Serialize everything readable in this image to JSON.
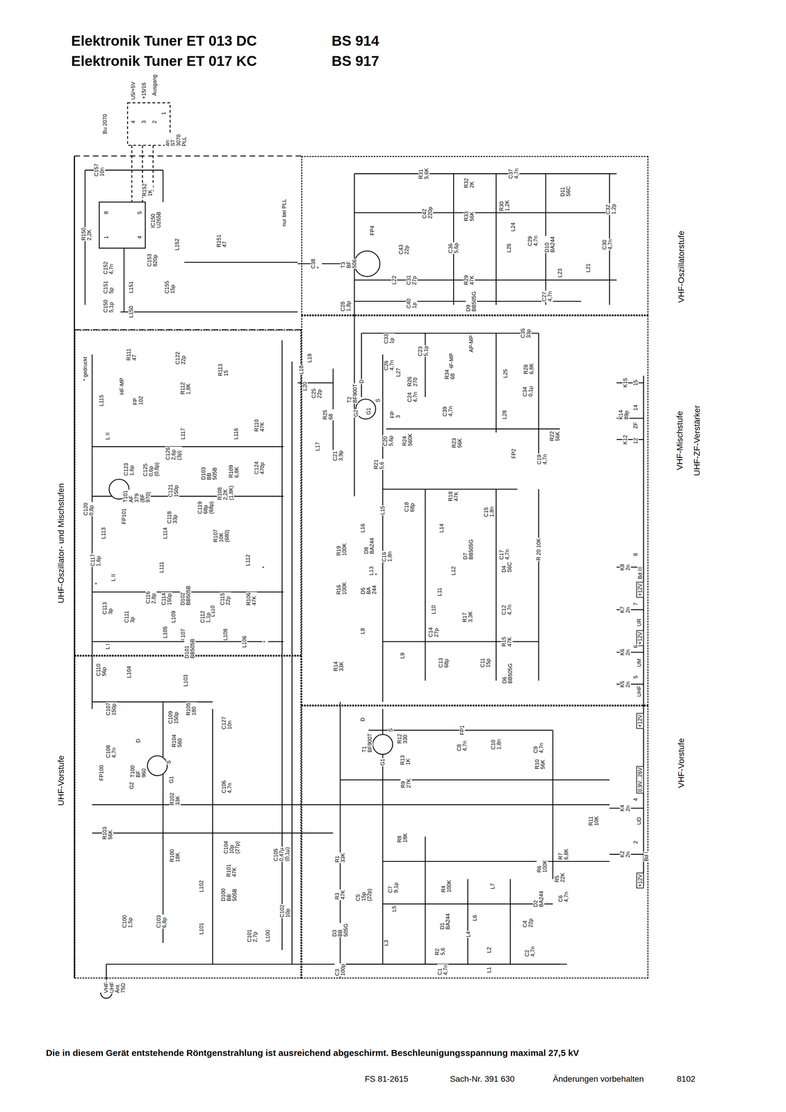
{
  "diagram": {
    "title": "Elektronik Tuner ET 013 DC",
    "caption": "Die in diesem Gerät entstehende Röntgenstrahlung ist ausreichend abgeschirmt. Beschleunigungsspannung maximal 27,5 kV",
    "nodes": [
      {
        "text": [
          "UHF-Vorstufe"
        ]
      },
      {
        "text": [
          "UHF-Oszillator- und Mischstufen"
        ]
      },
      {
        "text": [
          "VHF-Oszillatorstufe"
        ]
      },
      {
        "text": [
          "VHF-Mischstufe",
          "UHF-ZF-Verstärker"
        ]
      },
      {
        "text": [
          "VHF-Vorstufe"
        ]
      }
    ],
    "labels": [
      "BS 914",
      "Elektronik Tuner ET 017 KC",
      "BS 917",
      "FS 81-2615",
      "Sach-Nr. 391 630",
      "Änderungen vorbehalten",
      "8102",
      "Bu 2070",
      "4",
      "U5/+5V",
      "3",
      "+15/16",
      "2",
      "Ausgang",
      "1",
      "an ST 3070 PLL",
      "C157 10n",
      "R150 2,2K",
      "IC150 U265B",
      "R152 1K",
      "8",
      "1",
      "5",
      "4",
      "C153 820p",
      "R151 47",
      "L152",
      "nur bei PLL",
      "C152 4,7n",
      "C151 5p",
      "L151",
      "C155 15p",
      "C150 5,1p",
      "L150",
      "* gedruckt",
      "R111 47",
      "C122 22p",
      "HF-MP",
      "R112 1,8K",
      "R113 15",
      "L115",
      "FP 102",
      "L II",
      "L117",
      "L116",
      "R110 47K",
      "C123 1,6p",
      "C125 0,6p (0,8p)",
      "C126 2,6p (3p)",
      "D103 BB 505B",
      "R109 6,8K",
      "C124 470p",
      "T101 AF 379 (BF 970)",
      "C121 150p",
      "R108 2,2K (1,8K)",
      "C120 0,8p",
      "FP101",
      "C118 33p",
      "C119 68p (68p)",
      "L113",
      "L114",
      "R107 10K (680)",
      "C117 1,6p",
      "L II",
      "L111",
      "L112",
      "*",
      "*",
      "C116 2,8p",
      "C114 150p",
      "D102 BB505B",
      "L109",
      "L110",
      "C115 22p",
      "R106 47K",
      "C113 3p",
      "C111 3p",
      "C112 1,1p",
      "L105",
      "L107",
      "D101 BB505B",
      "L108",
      "L106",
      "*",
      "L I",
      "C110 56p",
      "L104",
      "L103",
      "C107 150p",
      "R105 180",
      "C109 150p",
      "C127 10n",
      "C108 4,7n",
      "D",
      "T100 BF 960",
      "S",
      "R104 560",
      "FP100",
      "G2",
      "G1",
      "R102 33K",
      "C106 4,7n",
      "R103 56K",
      "R100 18K",
      "C104 10p (27p)",
      "R101 47K",
      "C105 0,47µ (0,1µ)",
      "L102",
      "D100 BB 505B",
      "C103 6,8p",
      "C100 1,5p",
      "C102 10p",
      "L101",
      "C101 2,7p",
      "L100",
      "VHF-UHF Ant. 75Ω",
      "R31 5,6K",
      "R32 2K",
      "C37 4,7n",
      "D11 S6C",
      "C42 220p",
      "R33 56K",
      "R30 1,2K",
      "L24",
      "C32 1,2p",
      "FP4",
      "T3 BF 506",
      "C43 22p",
      "C36 5,6p",
      "L26",
      "C29 4,7n",
      "D10 BA244",
      "C30 4,7n",
      "L21",
      "C38 *",
      "L22",
      "C31 27p",
      "L23",
      "R29 47K",
      "C40 1p",
      "D9 BB505G",
      "C27 4,7n",
      "C28 1,8p",
      "L19",
      "L18",
      "L20",
      "C25 22p",
      "R25 68",
      "L17",
      "C21 3,9p",
      "C33 1p",
      "C35 33p",
      "C26 4,7n",
      "C23 5,1p",
      "AP-MP",
      "HF-MP",
      "L27",
      "R34 68",
      "L25",
      "R28 6,8K",
      "R26 270",
      "C24 4,7n",
      "C34 0,1µ",
      "T2 BF900T",
      "D",
      "S",
      "G1",
      "G2",
      "FP 3",
      "C39 4,7n",
      "L28",
      "R24 560K",
      "R23 56K",
      "R22 56K",
      "FP2",
      "C19 4,7n",
      "C20 5,6p",
      "R21 5,6",
      "K15",
      "15",
      "K14 89p",
      "14",
      "ZF",
      "K12",
      "12",
      "R18 47K",
      "C18 68p",
      "C15 1,8n",
      "L15",
      "L16",
      "R19 100K",
      "D8 BA244",
      "C16 1,8n",
      "L14",
      "D7 BB505G",
      "C17 4,7n",
      "R 20 10K",
      "L13 *",
      "L12",
      "D4 S6C",
      "K8 2n",
      "8",
      "Bd III",
      "R16 100K",
      "D5 BA 244",
      "L11",
      "+12V",
      "L10",
      "R17 3,3K",
      "C12 4,7n",
      "K7 2n",
      "7",
      "UR",
      "+12V",
      "C14 27p",
      "L8",
      "L9",
      "R15 47K",
      "C13 68p",
      "C11 15p",
      "K6 2n",
      "6",
      "UM",
      "D6 BB505G",
      "K5 2n",
      "5",
      "UHF",
      "+12V",
      "R14 33K",
      "D",
      "S",
      "R12 330",
      "FP1",
      "C8 4,7n",
      "C10 1,8n",
      "C9 4,7n",
      "T1 BF900T",
      "R13 1K",
      "G1",
      "R10 56K",
      "R9 27K",
      "0,9V...26V",
      "K4 2n",
      "4",
      "UD",
      "R11 10K",
      "R1 33K",
      "R8 18K",
      "K2 2n",
      "2",
      "Bd I",
      "+12V",
      "R7 6,8K",
      "R6 100K",
      "R5 22K",
      "C6 4,7n",
      "R3 47K",
      "C5 15p (22p)",
      "C7 9,1p",
      "R4 100K",
      "L7",
      "D2 BA244",
      "L5",
      "D1 BA244",
      "L6",
      "C4 22p",
      "L4",
      "D3 BB 505G",
      "L3",
      "R2 5,6",
      "C1 4,7n",
      "L2",
      "C2 4,7n",
      "L1",
      "C3 100p"
    ]
  }
}
